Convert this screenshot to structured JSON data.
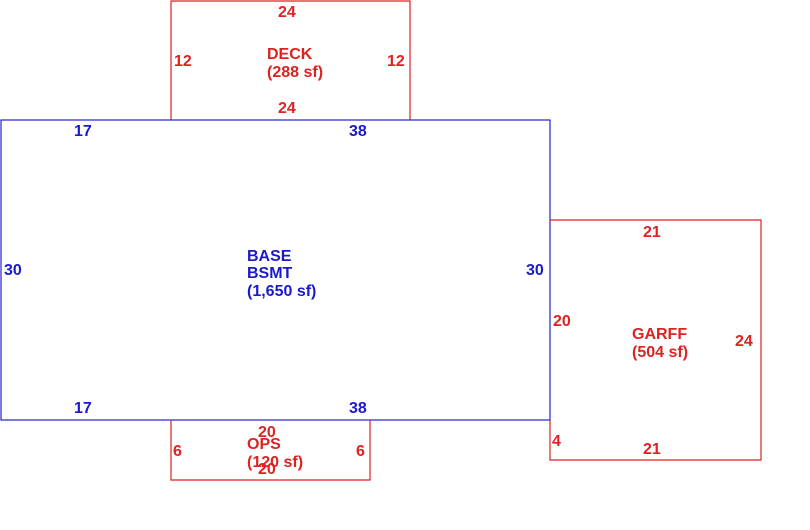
{
  "areas": {
    "deck": {
      "name": "DECK",
      "area": "(288 sf)",
      "dims": {
        "top": "24",
        "bottom": "24",
        "left": "12",
        "right": "12"
      }
    },
    "base": {
      "name_line1": "BASE",
      "name_line2": "BSMT",
      "area": "(1,650 sf)",
      "dims": {
        "top_left": "17",
        "top_right": "38",
        "bottom_left": "17",
        "bottom_right": "38",
        "left": "30",
        "right": "30"
      }
    },
    "garff": {
      "name": "GARFF",
      "area": "(504 sf)",
      "dims": {
        "top": "21",
        "bottom": "21",
        "left_upper": "20",
        "left_lower": "4",
        "right": "24"
      }
    },
    "ops": {
      "name": "OPS",
      "area": "(120 sf)",
      "dims": {
        "top": "20",
        "bottom": "20",
        "left": "6",
        "right": "6"
      }
    }
  },
  "colors": {
    "base": "#1a1acc",
    "addition": "#dd2222"
  }
}
